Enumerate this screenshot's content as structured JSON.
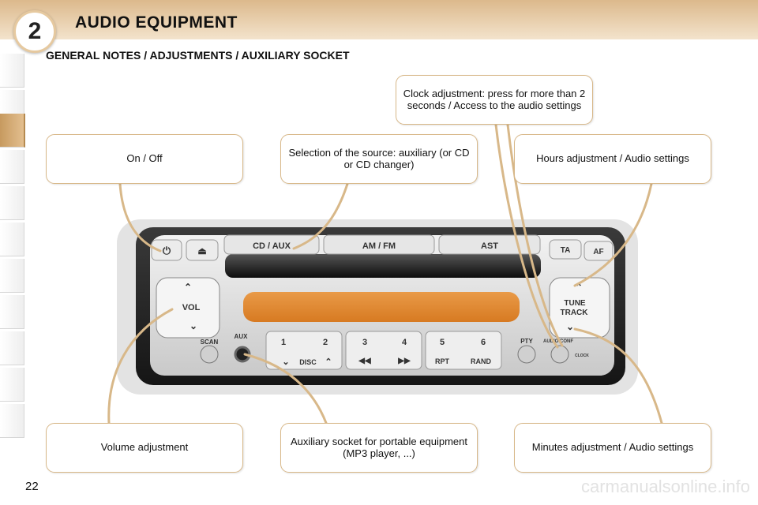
{
  "header": {
    "chapter_number": "2",
    "title": "AUDIO EQUIPMENT"
  },
  "section": {
    "title": "GENERAL NOTES / ADJUSTMENTS / AUXILIARY SOCKET"
  },
  "callouts": {
    "clock": "Clock adjustment: press for more than 2 seconds / Access to the audio settings",
    "on_off": "On / Off",
    "source": "Selection of the source: auxiliary (or CD or CD changer)",
    "hours": "Hours adjustment / Audio settings",
    "volume": "Volume adjustment",
    "aux_socket": "Auxiliary socket for portable equipment (MP3 player, ...)",
    "minutes": "Minutes adjustment / Audio settings"
  },
  "radio": {
    "cd_aux": "CD / AUX",
    "am_fm": "AM / FM",
    "ast": "AST",
    "ta": "TA",
    "af": "AF",
    "vol": "VOL",
    "scan": "SCAN",
    "aux": "AUX",
    "tune": "TUNE",
    "track": "TRACK",
    "pty": "PTY",
    "audio_conf": "AUDIO CONF",
    "clock": "CLOCK",
    "disc": "DISC",
    "rpt": "RPT",
    "rand": "RAND",
    "presets": [
      "1",
      "2",
      "3",
      "4",
      "5",
      "6"
    ]
  },
  "footer": {
    "page_number": "22",
    "watermark": "carmanualsonline.info"
  },
  "colors": {
    "accent": "#d8b889",
    "display": "#e58a33",
    "tab_active": "#d3a66c"
  }
}
